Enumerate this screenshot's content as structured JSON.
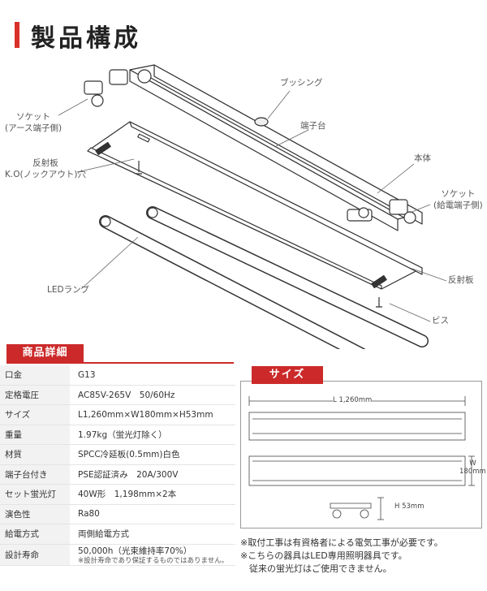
{
  "header": {
    "title": "製品構成"
  },
  "diagram": {
    "labels": {
      "socket_earth": "ソケット\n(アース端子側)",
      "reflector_ko": "反射板\nK.O(ノックアウト)穴",
      "led_lamp": "LEDランプ",
      "bushing": "ブッシング",
      "terminal_block": "端子台",
      "body": "本体",
      "socket_power": "ソケット\n(給電端子側)",
      "reflector": "反射板",
      "screw": "ビス"
    }
  },
  "specs": {
    "heading": "商品詳細",
    "rows": [
      {
        "key": "口金",
        "value": "G13",
        "note": ""
      },
      {
        "key": "定格電圧",
        "value": "AC85V-265V　50/60Hz",
        "note": ""
      },
      {
        "key": "サイズ",
        "value": "L1,260mm×W180mm×H53mm",
        "note": ""
      },
      {
        "key": "重量",
        "value": "1.97kg（蛍光灯除く）",
        "note": ""
      },
      {
        "key": "材質",
        "value": "SPCC冷延板(0.5mm)白色",
        "note": ""
      },
      {
        "key": "端子台付き",
        "value": "PSE認証済み　20A/300V",
        "note": ""
      },
      {
        "key": "セット蛍光灯",
        "value": "40W形　1,198mm×2本",
        "note": ""
      },
      {
        "key": "演色性",
        "value": "Ra80",
        "note": ""
      },
      {
        "key": "給電方式",
        "value": "両側給電方式",
        "note": ""
      },
      {
        "key": "設計寿命",
        "value": "50,000h（光束維持率70%）",
        "note": "※設計寿命であり保証するものではありません。"
      }
    ]
  },
  "size": {
    "heading": "サイズ",
    "length": "L 1,260mm",
    "width": "W\n180mm",
    "height": "H 53mm"
  },
  "notes": [
    "※取付工事は有資格者による電気工事が必要です。",
    "※こちらの器具はLED専用照明器具です。",
    "　従来の蛍光灯はご使用できません。"
  ]
}
